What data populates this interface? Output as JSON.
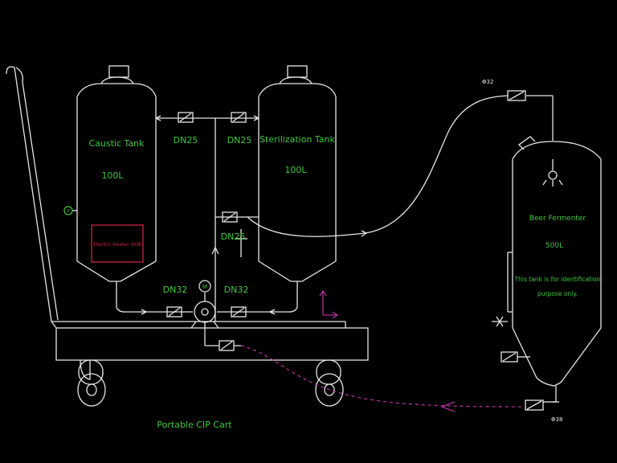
{
  "tanks": {
    "caustic": {
      "name": "Caustic Tank",
      "volume": "100L",
      "heater": "Electric Heater 4KW"
    },
    "sterilization": {
      "name": "Sterilization Tank",
      "volume": "100L"
    },
    "fermenter": {
      "name": "Beer Fermenter",
      "volume": "500L",
      "note_line1": "This tank is for identification",
      "note_line2": "purpose only."
    }
  },
  "pipes": {
    "dn25_left": "DN25",
    "dn25_right": "DN25",
    "dn25_lower": "DN25",
    "dn32_left": "DN32",
    "dn32_right": "DN32"
  },
  "fittings": {
    "top": "Φ32",
    "bottom": "Φ38"
  },
  "pump_symbol": "M",
  "gauge_symbol": "P",
  "cart_label": "Portable CIP Cart",
  "colors": {
    "background": "#000000",
    "lines": "#e6e6e6",
    "labels": "#3ec83e",
    "heater": "#cc2244",
    "return_line": "#b0309a",
    "axis": "#b0309a"
  }
}
